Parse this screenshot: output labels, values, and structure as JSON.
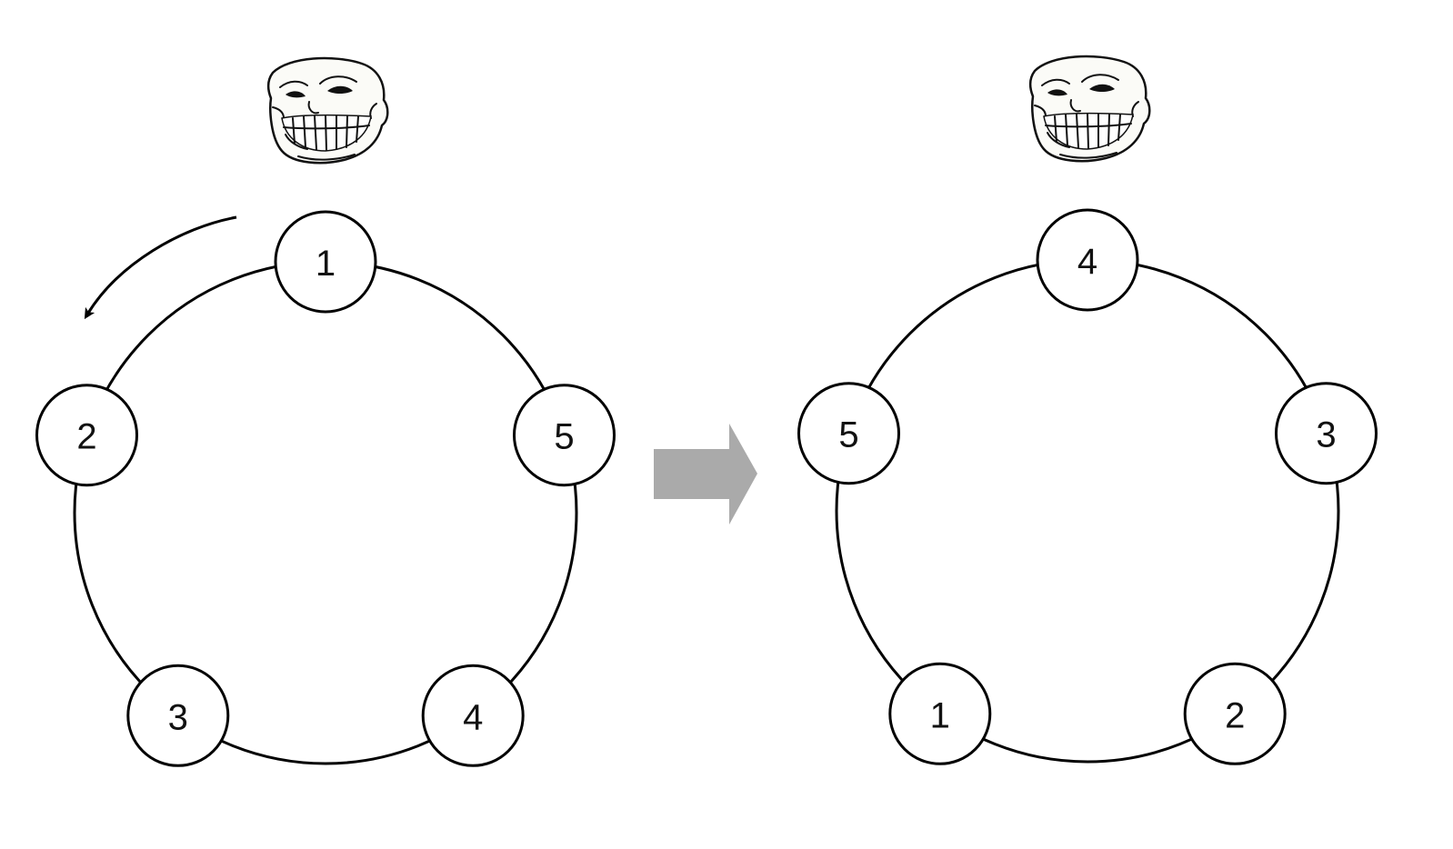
{
  "colors": {
    "line": "#000000",
    "node_fill": "#ffffff",
    "transition_arrow": "#aaaaaa",
    "background": "#ffffff"
  },
  "icons": {
    "face": "troll-face-icon",
    "rotation": "curved-arrow-icon",
    "transition": "right-arrow-icon"
  },
  "before": {
    "nodes": [
      {
        "label": "1",
        "position": "top"
      },
      {
        "label": "5",
        "position": "right"
      },
      {
        "label": "4",
        "position": "bottom-right"
      },
      {
        "label": "3",
        "position": "bottom-left"
      },
      {
        "label": "2",
        "position": "left"
      }
    ],
    "rotation_direction": "counter-clockwise"
  },
  "after": {
    "nodes": [
      {
        "label": "4",
        "position": "top"
      },
      {
        "label": "3",
        "position": "right"
      },
      {
        "label": "2",
        "position": "bottom-right"
      },
      {
        "label": "1",
        "position": "bottom-left"
      },
      {
        "label": "5",
        "position": "left"
      }
    ]
  }
}
